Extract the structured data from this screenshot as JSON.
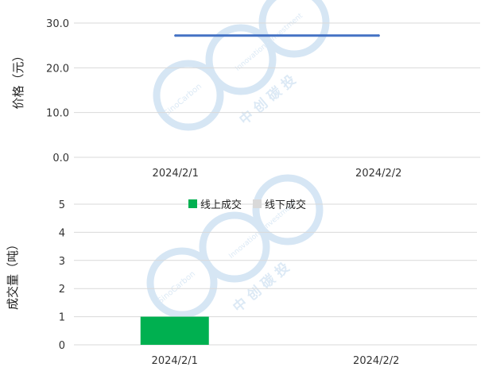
{
  "watermark": {
    "en": "SinoCarbon",
    "en2": "Innovation · Investment",
    "cn": "中 创 碳 投",
    "color": "#cfe2f3"
  },
  "chart_data": [
    {
      "type": "line",
      "ylabel": "价格（元）",
      "categories": [
        "2024/2/1",
        "2024/2/2"
      ],
      "series": [
        {
          "values": [
            27.2,
            27.2
          ],
          "color": "#4472c4"
        }
      ],
      "ylim": [
        0,
        30
      ],
      "yticks": [
        "0.0",
        "10.0",
        "20.0",
        "30.0"
      ],
      "grid": true,
      "legend": null
    },
    {
      "type": "bar",
      "ylabel": "成交量（吨）",
      "categories": [
        "2024/2/1",
        "2024/2/2"
      ],
      "series": [
        {
          "name": "线上成交",
          "values": [
            1,
            0
          ],
          "color": "#00b050"
        },
        {
          "name": "线下成交",
          "values": [
            0,
            0
          ],
          "color": "#d9d9d9"
        }
      ],
      "ylim": [
        0,
        5
      ],
      "yticks": [
        "0",
        "1",
        "2",
        "3",
        "4",
        "5"
      ],
      "grid": true,
      "legend": "top-center"
    }
  ]
}
